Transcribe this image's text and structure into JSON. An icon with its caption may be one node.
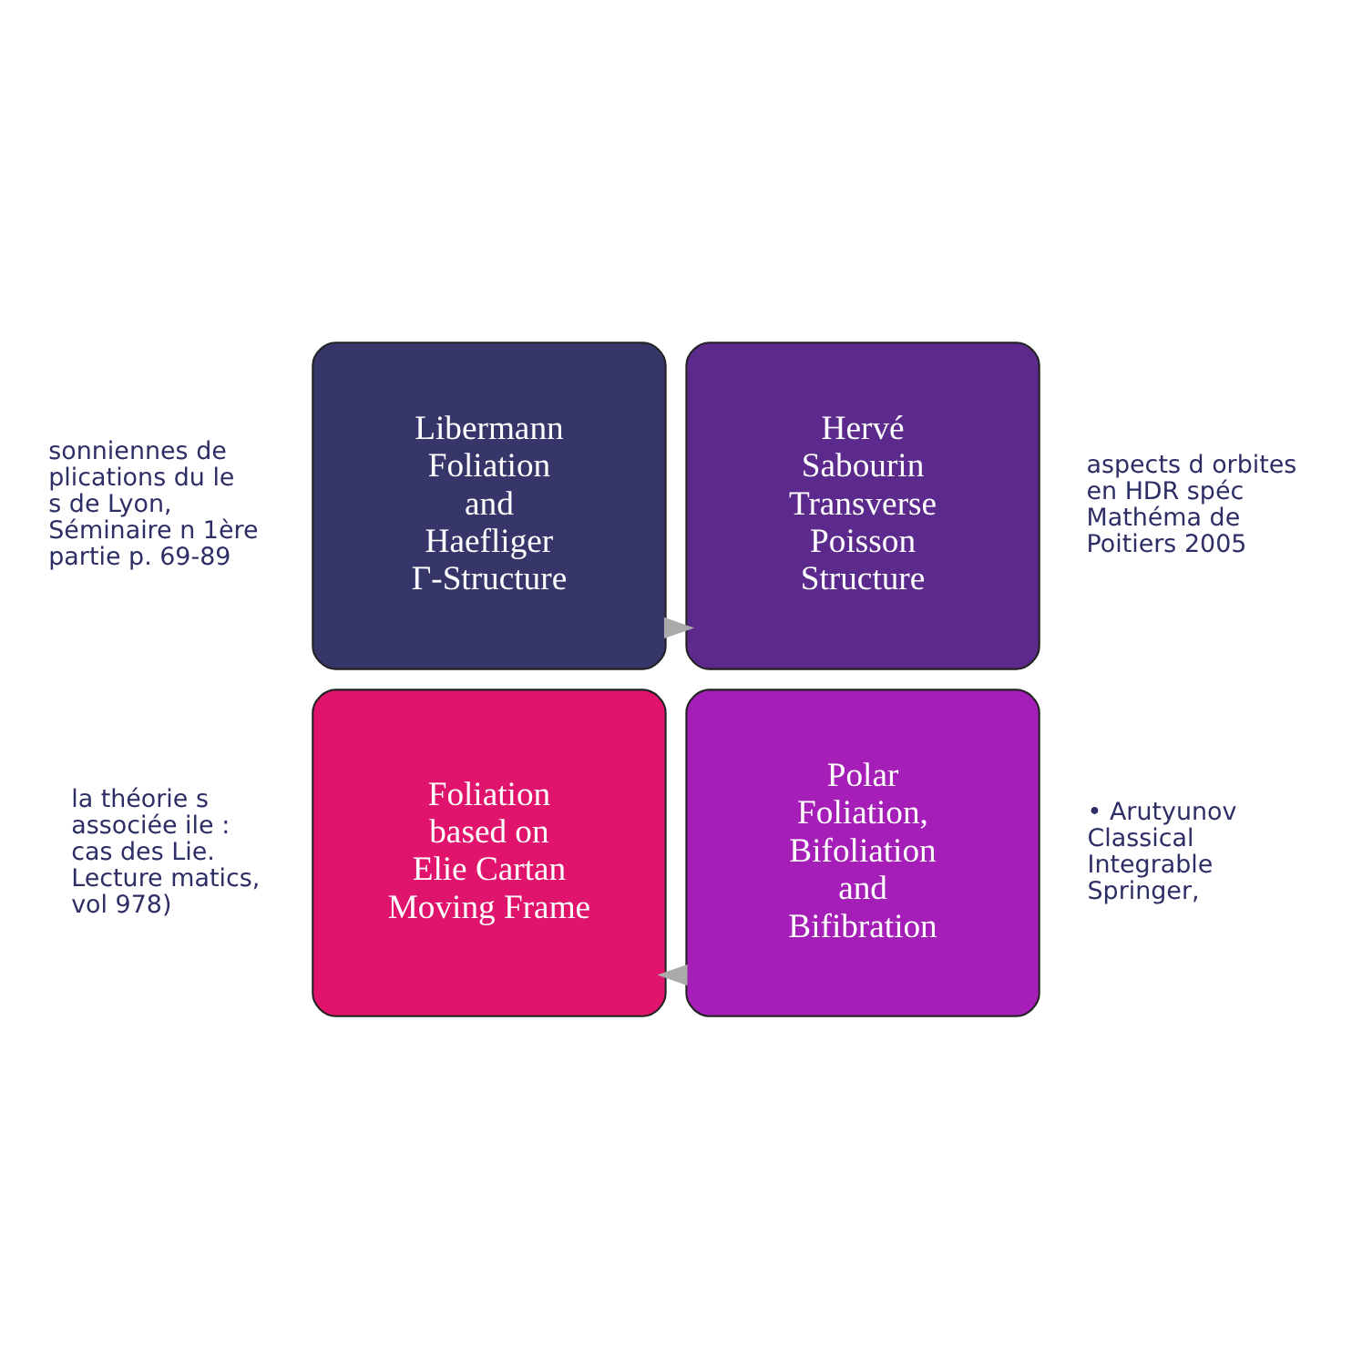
{
  "diagram": {
    "nodes": [
      {
        "text": [
          "Libermann Foliation and Haefliger Γ-Structure"
        ]
      },
      {
        "text": [
          "Hervé Sabourin Transverse Poisson Structure"
        ]
      },
      {
        "text": [
          "Foliation based on Elie Cartan Moving Frame"
        ]
      },
      {
        "text": [
          "Polar Foliation, Bifoliation and Bifibration"
        ]
      }
    ],
    "edges": [
      {
        "from": 0,
        "to": 1,
        "arrow": "to"
      },
      {
        "from": 3,
        "to": 2,
        "arrow": "to"
      }
    ],
    "labels": [
      "sonniennes de plications du le s de Lyon, Séminaire n 1ère partie p. 69-89",
      "aspects d orbites en HDR spéc Mathéma de Poitiers 2005",
      "la théorie s associée ile : cas des Lie. Lecture matics, vol 978)",
      "• Arutyunov Classical Integrable Springer,"
    ]
  }
}
